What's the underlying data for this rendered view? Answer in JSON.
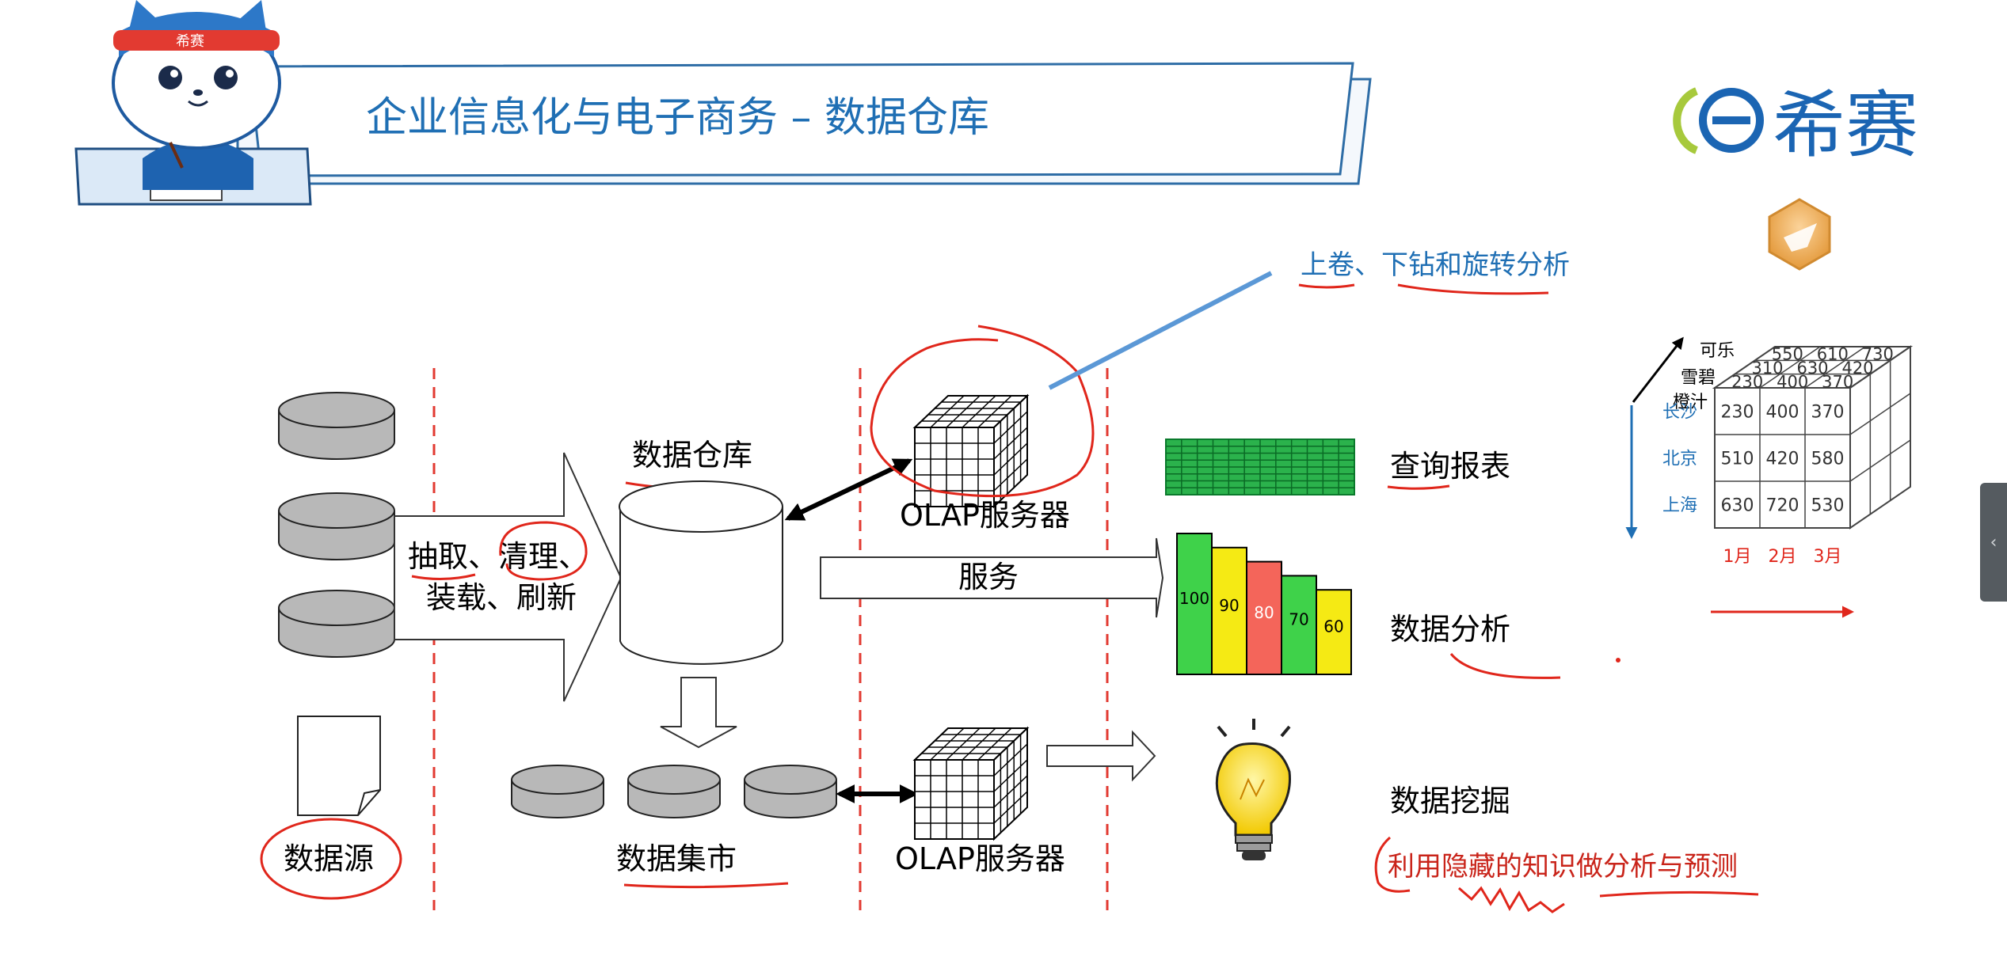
{
  "header": {
    "title": "企业信息化与电子商务 – 数据仓库",
    "mascot_badge": "希赛",
    "logo_text": "希赛"
  },
  "diagram": {
    "source_label": "数据源",
    "etl_line1": "抽取、清理、",
    "etl_line2": "装载、刷新",
    "warehouse_label": "数据仓库",
    "olap_top_label": "OLAP服务器",
    "olap_bottom_label": "OLAP服务器",
    "service_label": "服务",
    "datamart_label": "数据集市",
    "query_report_label": "查询报表",
    "data_analysis_label": "数据分析",
    "data_mining_label": "数据挖掘",
    "olap_ops_note": "上卷、下钻和旋转分析",
    "mining_note": "利用隐藏的知识做分析与预测"
  },
  "bar_values": [
    "100",
    "90",
    "80",
    "70",
    "60"
  ],
  "cube": {
    "products": [
      "可乐",
      "雪碧",
      "橙汁"
    ],
    "cities": [
      "长沙",
      "北京",
      "上海"
    ],
    "months": [
      "1月",
      "2月",
      "3月"
    ],
    "top_layers": [
      [
        "550",
        "610",
        "730"
      ],
      [
        "310",
        "630",
        "420"
      ],
      [
        "230",
        "400",
        "370"
      ]
    ],
    "front_rows": [
      [
        "230",
        "400",
        "370"
      ],
      [
        "510",
        "420",
        "580"
      ],
      [
        "630",
        "720",
        "530"
      ]
    ]
  },
  "side_tab": {
    "glyph": "‹"
  },
  "colors": {
    "title_blue": "#1f6fb4",
    "annotation_red": "#e0261b",
    "bar_green": "#3fd24a",
    "bar_yellow": "#f5ea14",
    "bar_red": "#f4655a",
    "table_green": "#0fa23a"
  }
}
